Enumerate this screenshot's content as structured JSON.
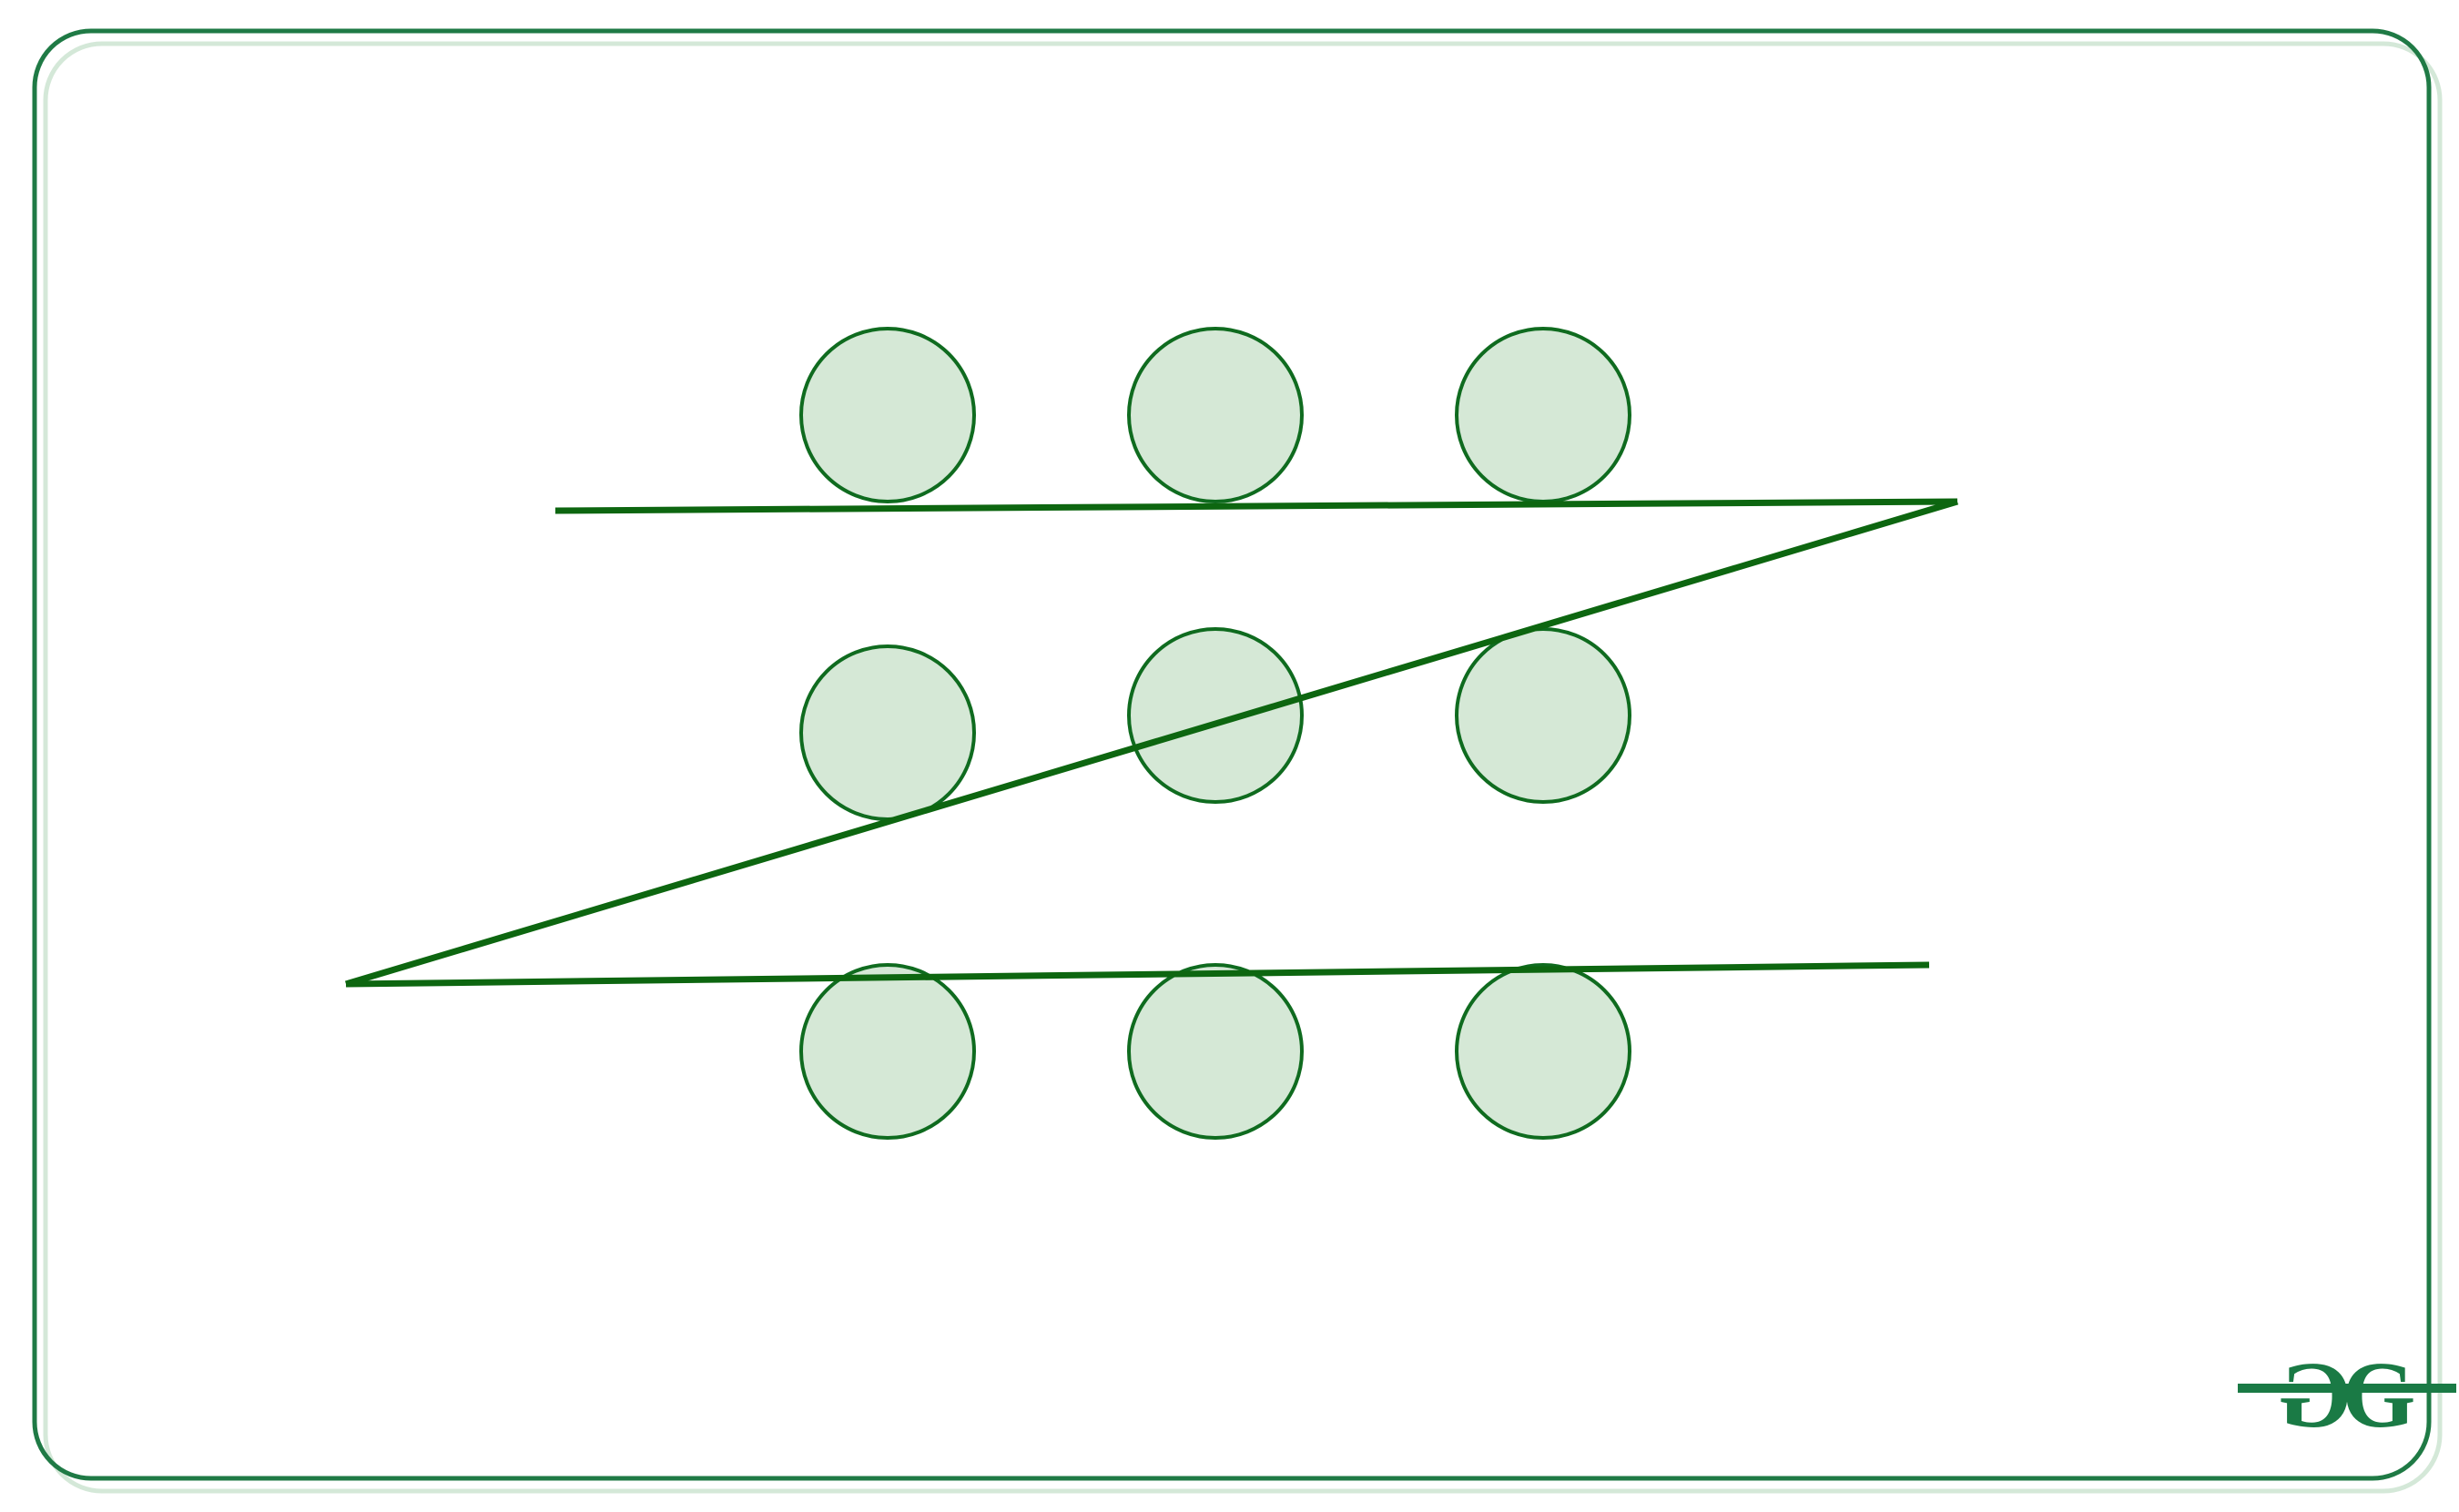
{
  "colors": {
    "background": "#ffffff",
    "frame_stroke": "#1f7a45",
    "frame_shadow": "#d4e8d8",
    "circle_fill": "#d5e8d6",
    "circle_stroke": "#0f6b1f",
    "path_stroke": "#0d6610",
    "logo": "#1a7a45"
  },
  "diagram": {
    "rows": 3,
    "columns": 3,
    "traversal": "zigzag"
  },
  "logo": {
    "icon": "gfg-logo-icon"
  }
}
